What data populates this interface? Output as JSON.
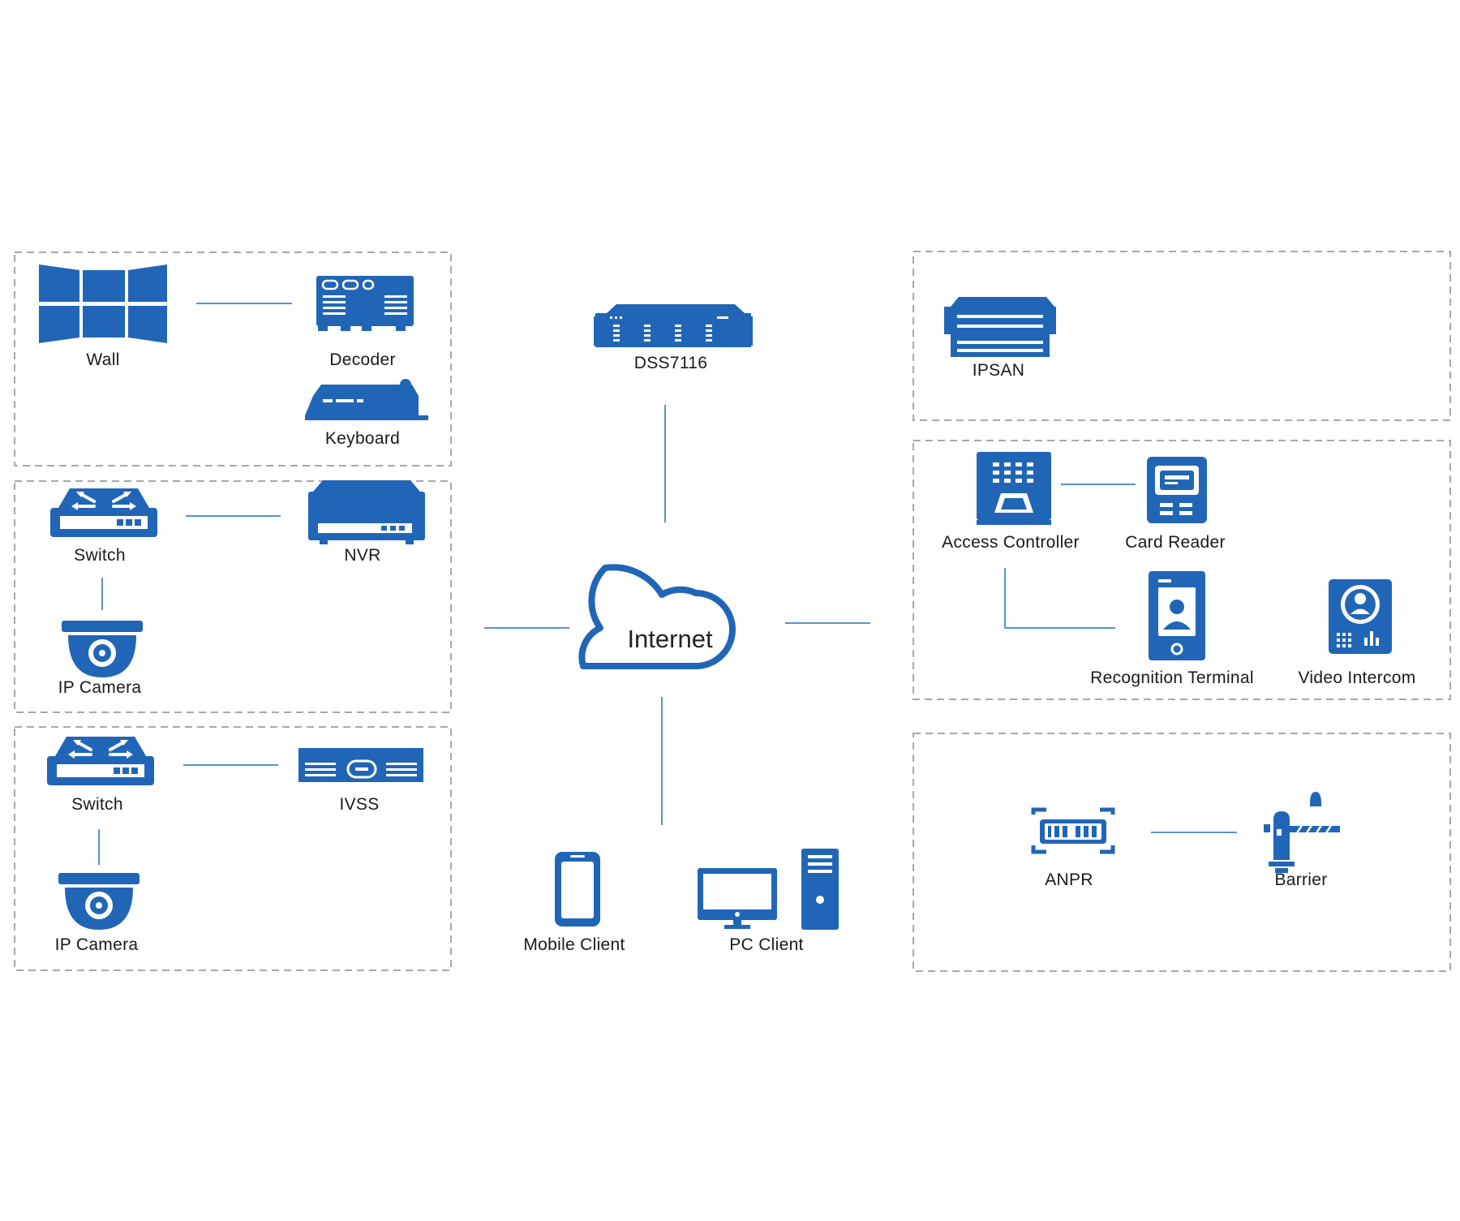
{
  "colors": {
    "device_blue": "#2166b6",
    "line_blue": "#5b93c8",
    "border_gray": "#a8a8a8"
  },
  "center": {
    "server": {
      "label": "DSS7116",
      "icon": "rack-server-icon"
    },
    "cloud": {
      "label": "Internet",
      "icon": "cloud-icon"
    },
    "clients": [
      {
        "label": "Mobile Client",
        "icon": "smartphone-icon"
      },
      {
        "label": "PC Client",
        "icon": "desktop-pc-icon"
      }
    ]
  },
  "groups": {
    "video_wall": {
      "wall": {
        "label": "Wall",
        "icon": "video-wall-icon"
      },
      "decoder": {
        "label": "Decoder",
        "icon": "decoder-icon"
      },
      "keyboard": {
        "label": "Keyboard",
        "icon": "control-keyboard-icon"
      }
    },
    "nvr": {
      "switch": {
        "label": "Switch",
        "icon": "network-switch-icon"
      },
      "recorder": {
        "label": "NVR",
        "icon": "nvr-icon"
      },
      "camera": {
        "label": "IP Camera",
        "icon": "dome-camera-icon"
      }
    },
    "ivss": {
      "switch": {
        "label": "Switch",
        "icon": "network-switch-icon"
      },
      "recorder": {
        "label": "IVSS",
        "icon": "ivss-icon"
      },
      "camera": {
        "label": "IP Camera",
        "icon": "dome-camera-icon"
      }
    },
    "storage": {
      "ipsan": {
        "label": "IPSAN",
        "icon": "storage-array-icon"
      }
    },
    "access": {
      "controller": {
        "label": "Access Controller",
        "icon": "access-controller-icon"
      },
      "card_reader": {
        "label": "Card Reader",
        "icon": "card-reader-icon"
      },
      "recognition": {
        "label": "Recognition Terminal",
        "icon": "face-terminal-icon"
      },
      "intercom": {
        "label": "Video Intercom",
        "icon": "video-intercom-icon"
      }
    },
    "parking": {
      "anpr": {
        "label": "ANPR",
        "icon": "anpr-camera-icon"
      },
      "barrier": {
        "label": "Barrier",
        "icon": "barrier-gate-icon"
      }
    }
  }
}
